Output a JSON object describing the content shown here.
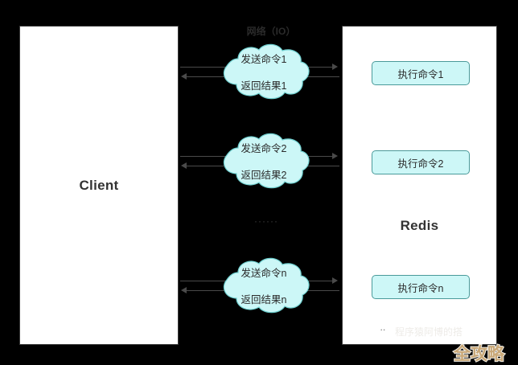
{
  "diagram": {
    "network_title": "网络（IO）",
    "client": {
      "label": "Client"
    },
    "redis": {
      "label": "Redis"
    },
    "ellipsis": "······",
    "exchanges": [
      {
        "send_label": "发送命令1",
        "return_label": "返回结果1",
        "execute_label": "执行命令1"
      },
      {
        "send_label": "发送命令2",
        "return_label": "返回结果2",
        "execute_label": "执行命令2"
      },
      {
        "send_label": "发送命令n",
        "return_label": "返回结果n",
        "execute_label": "执行命令n"
      }
    ],
    "colors": {
      "background": "#000000",
      "panel_fill": "#ffffff",
      "panel_border": "#3a3a3a",
      "cloud_fill": "#ccf7f7",
      "cloud_border": "#6fd0d0",
      "chip_fill": "#cdf7f7",
      "chip_border": "#4a9a9a",
      "arrow": "#4a4a4a",
      "text": "#2b2b2b",
      "brand": "#c9a878"
    }
  },
  "watermark": {
    "icon": "wechat-icon",
    "account_name": "程序猿阿博的搭",
    "brand": "全攻略"
  }
}
